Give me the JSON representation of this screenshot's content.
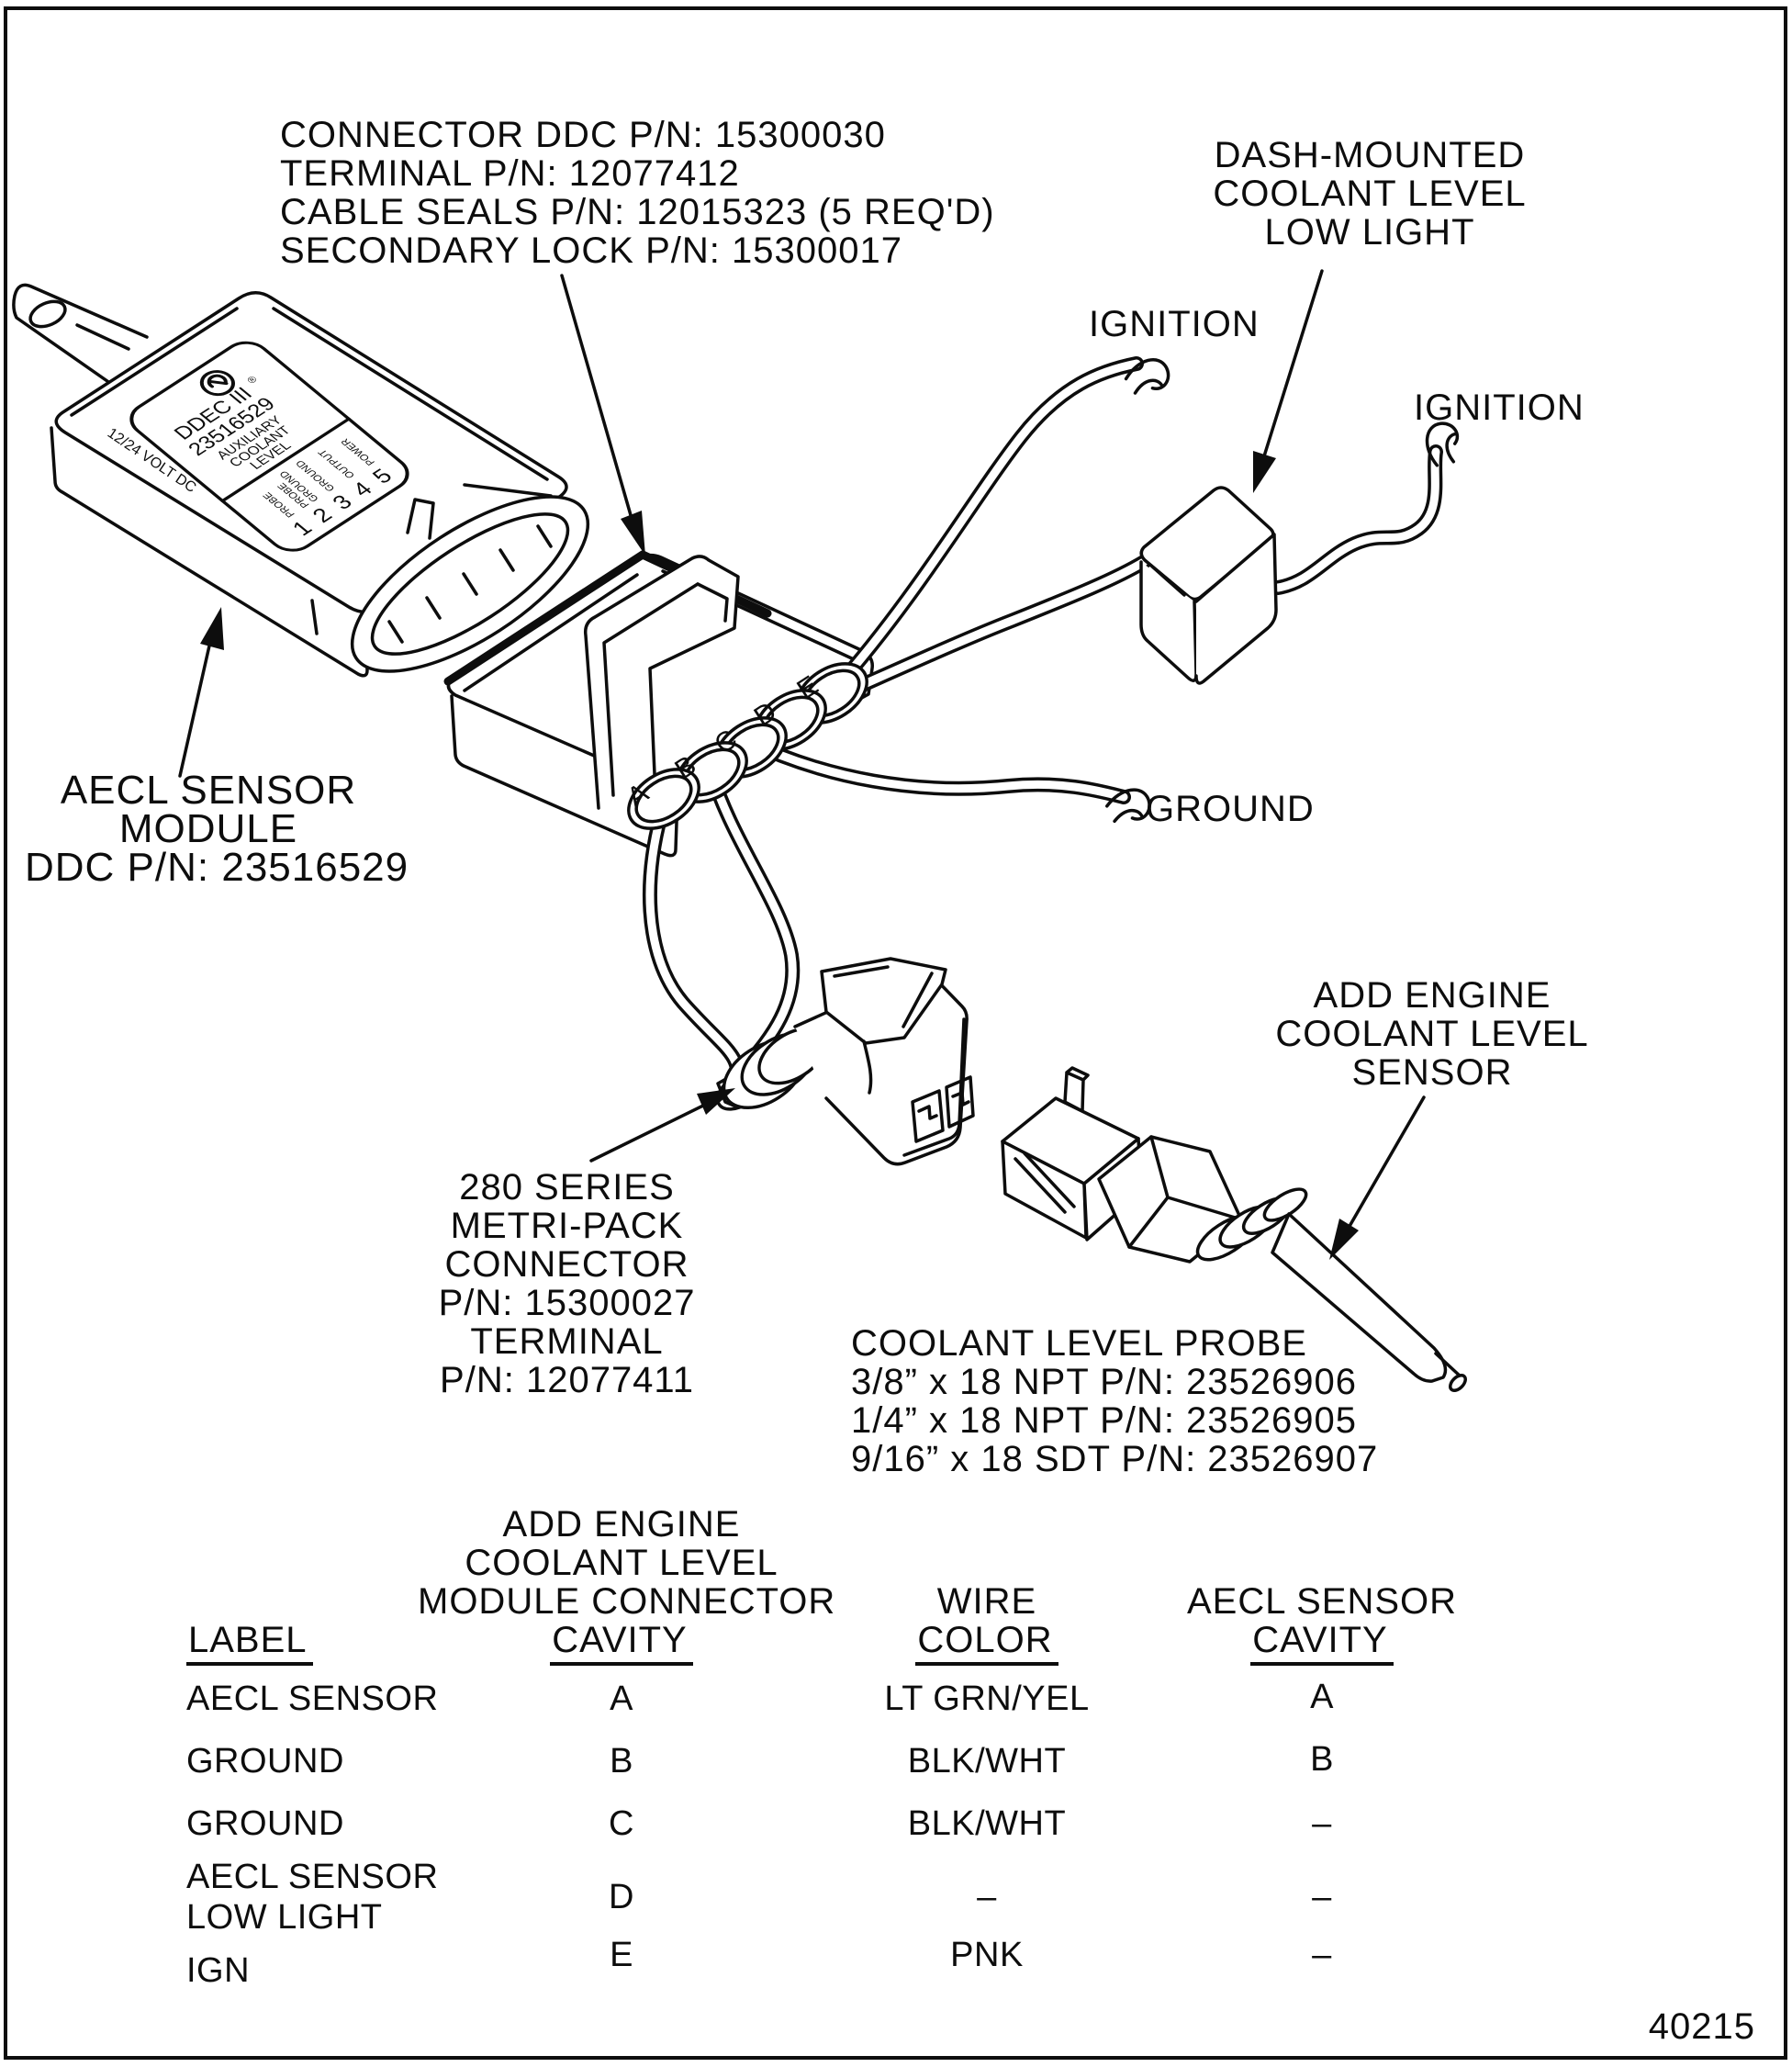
{
  "figure": {
    "number": "40215"
  },
  "colors": {
    "ink": "#0d0d0d",
    "paper": "#ffffff"
  },
  "notes": {
    "connector_parts": {
      "lines": [
        "CONNECTOR DDC P/N: 15300030",
        "TERMINAL P/N: 12077412",
        "CABLE SEALS P/N: 12015323 (5 REQ'D)",
        "SECONDARY LOCK P/N: 15300017"
      ]
    },
    "dash_light": {
      "lines": [
        "DASH-MOUNTED",
        "COOLANT LEVEL",
        "LOW LIGHT"
      ]
    },
    "module": {
      "lines": [
        "AECL SENSOR",
        "MODULE",
        "DDC P/N: 23516529"
      ]
    },
    "metri_pack": {
      "lines": [
        "280 SERIES",
        "METRI-PACK",
        "CONNECTOR",
        "P/N: 15300027",
        "TERMINAL",
        "P/N: 12077411"
      ]
    },
    "add_sensor": {
      "lines": [
        "ADD ENGINE",
        "COOLANT LEVEL",
        "SENSOR"
      ]
    },
    "probe": {
      "lines": [
        "COOLANT LEVEL PROBE",
        "3/8” x 18 NPT P/N: 23526906",
        "1/4” x 18 NPT P/N: 23526905",
        "9/16” x 18 SDT P/N: 23526907"
      ]
    }
  },
  "wire_labels": {
    "ignition_top": "IGNITION",
    "ignition_right": "IGNITION",
    "ground": "GROUND"
  },
  "module_face": {
    "brand": "DDEC III",
    "reg": "®",
    "part": "23516529",
    "desc1": "AUXILIARY",
    "desc2": "COOLANT",
    "desc3": "LEVEL",
    "volts": "12/24 VOLT DC",
    "pin_names": [
      {
        "l1": "PROBE",
        "l2": ""
      },
      {
        "l1": "PROBE",
        "l2": "GROUND"
      },
      {
        "l1": "GROUND",
        "l2": ""
      },
      {
        "l1": "OUTPUT",
        "l2": ""
      },
      {
        "l1": "POWER",
        "l2": ""
      }
    ],
    "pin_numbers": [
      "1",
      "2",
      "3",
      "4",
      "5"
    ]
  },
  "connector_cavities": [
    "A",
    "B",
    "C",
    "D",
    "E"
  ],
  "table": {
    "headers": {
      "col1": "LABEL",
      "col2_lines": [
        "ADD ENGINE",
        "COOLANT LEVEL",
        "MODULE CONNECTOR",
        "CAVITY"
      ],
      "col3_lines": [
        "WIRE",
        "COLOR"
      ],
      "col4_lines": [
        "AECL SENSOR",
        "CAVITY"
      ]
    },
    "rows": [
      {
        "label": "AECL SENSOR",
        "label2": "",
        "cavity": "A",
        "wire": "LT GRN/YEL",
        "aecl": "A"
      },
      {
        "label": "GROUND",
        "label2": "",
        "cavity": "B",
        "wire": "BLK/WHT",
        "aecl": "B"
      },
      {
        "label": "GROUND",
        "label2": "",
        "cavity": "C",
        "wire": "BLK/WHT",
        "aecl": "–"
      },
      {
        "label": "AECL SENSOR",
        "label2": "LOW LIGHT",
        "cavity": "D",
        "wire": "–",
        "aecl": "–"
      },
      {
        "label": "IGN",
        "label2": "",
        "cavity": "E",
        "wire": "PNK",
        "aecl": "–"
      }
    ]
  }
}
